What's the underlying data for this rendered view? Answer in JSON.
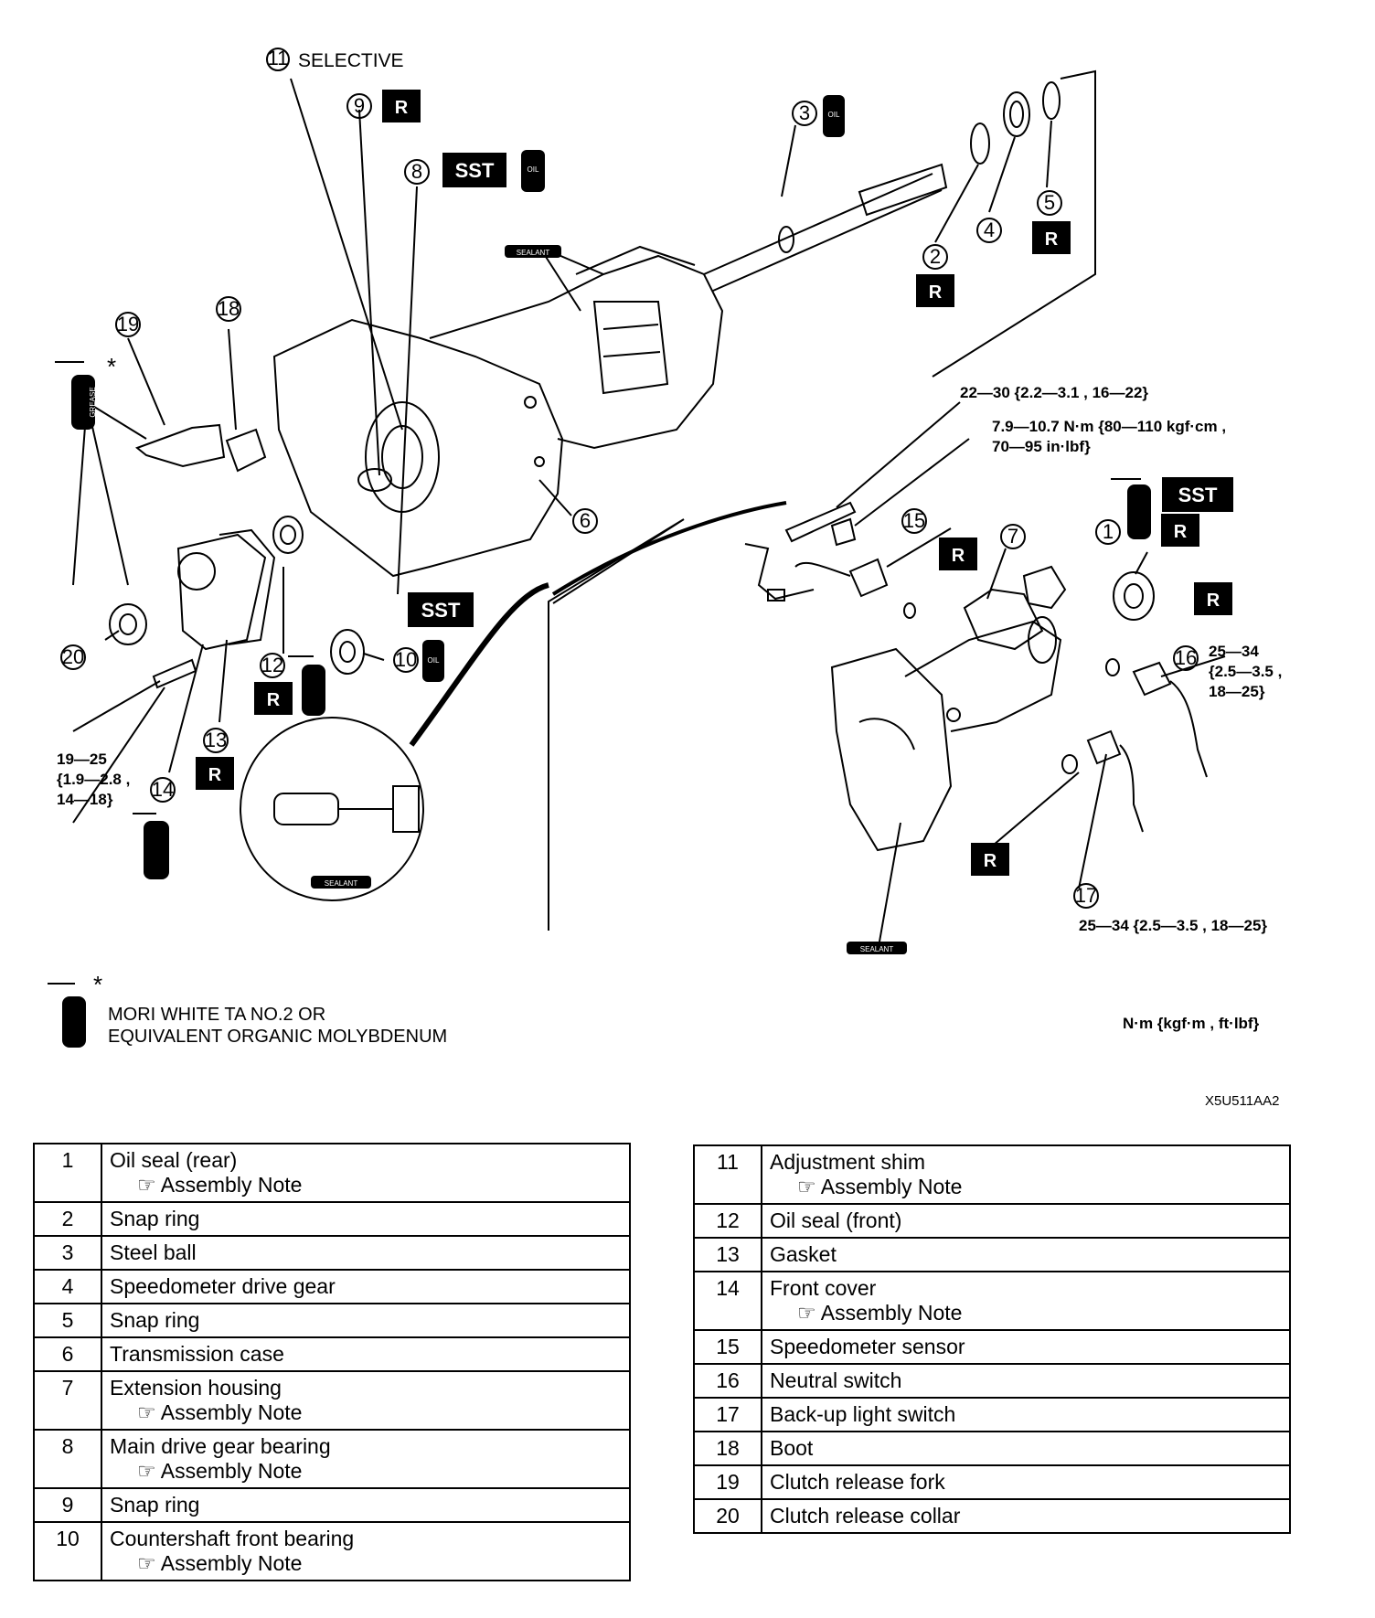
{
  "diagram": {
    "selective_label": "SELECTIVE",
    "sst_label": "SST",
    "r_label": "R",
    "oil_label": "OIL",
    "grease_label": "GREASE",
    "sealant_label": "SEALANT",
    "asterisk": "*",
    "callout_numbers": [
      "1",
      "2",
      "3",
      "4",
      "5",
      "6",
      "7",
      "8",
      "9",
      "10",
      "11",
      "12",
      "13",
      "14",
      "15",
      "16",
      "17",
      "18",
      "19",
      "20"
    ],
    "torque": {
      "t1": "22—30 {2.2—3.1 , 16—22}",
      "t2a": "7.9—10.7 N·m {80—110 kgf·cm ,",
      "t2b": "70—95 in·lbf}",
      "t3a": "25—34",
      "t3b": "{2.5—3.5 ,",
      "t3c": "18—25}",
      "t4a": "19—25",
      "t4b": "{1.9—2.8 ,",
      "t4c": "14—18}",
      "t5": "25—34 {2.5—3.5 , 18—25}"
    }
  },
  "legend": {
    "line1": "MORI WHITE TA NO.2 OR",
    "line2": "EQUIVALENT ORGANIC MOLYBDENUM"
  },
  "units": "N·m {kgf·m , ft·lbf}",
  "figure_code": "X5U511AA2",
  "assembly_note": "Assembly Note",
  "note_icon": "☞",
  "parts_left": [
    {
      "num": "1",
      "name": "Oil seal (rear)",
      "note": true
    },
    {
      "num": "2",
      "name": "Snap ring",
      "note": false
    },
    {
      "num": "3",
      "name": "Steel ball",
      "note": false
    },
    {
      "num": "4",
      "name": "Speedometer drive gear",
      "note": false
    },
    {
      "num": "5",
      "name": "Snap ring",
      "note": false
    },
    {
      "num": "6",
      "name": "Transmission case",
      "note": false
    },
    {
      "num": "7",
      "name": "Extension housing",
      "note": true
    },
    {
      "num": "8",
      "name": "Main drive gear bearing",
      "note": true
    },
    {
      "num": "9",
      "name": "Snap ring",
      "note": false
    },
    {
      "num": "10",
      "name": "Countershaft front bearing",
      "note": true
    }
  ],
  "parts_right": [
    {
      "num": "11",
      "name": "Adjustment shim",
      "note": true
    },
    {
      "num": "12",
      "name": "Oil seal (front)",
      "note": false
    },
    {
      "num": "13",
      "name": "Gasket",
      "note": false
    },
    {
      "num": "14",
      "name": "Front cover",
      "note": true
    },
    {
      "num": "15",
      "name": "Speedometer sensor",
      "note": false
    },
    {
      "num": "16",
      "name": "Neutral switch",
      "note": false
    },
    {
      "num": "17",
      "name": "Back-up light switch",
      "note": false
    },
    {
      "num": "18",
      "name": "Boot",
      "note": false
    },
    {
      "num": "19",
      "name": "Clutch release fork",
      "note": false
    },
    {
      "num": "20",
      "name": "Clutch release collar",
      "note": false
    }
  ]
}
